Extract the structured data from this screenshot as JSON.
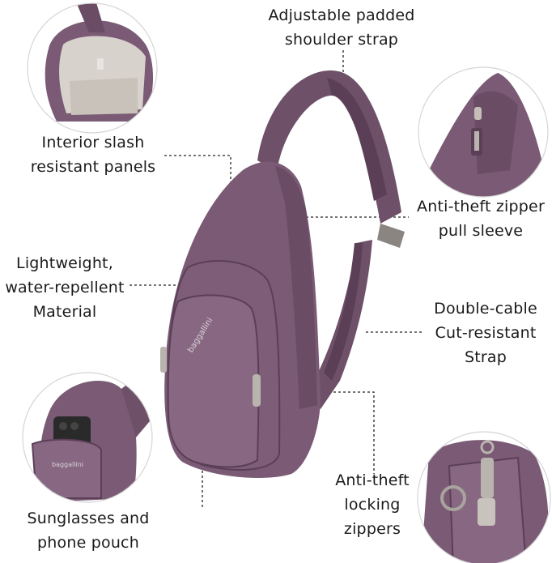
{
  "callouts": {
    "shoulder_strap": [
      "Adjustable padded",
      "shoulder strap"
    ],
    "interior_panels": [
      "Interior slash",
      "resistant panels"
    ],
    "zipper_sleeve": [
      "Anti-theft zipper",
      "pull sleeve"
    ],
    "material": [
      "Lightweight,",
      "water-repellent",
      "Material"
    ],
    "cable_strap": [
      "Double-cable",
      "Cut-resistant",
      "Strap"
    ],
    "sunglasses_pouch": [
      "Sunglasses and",
      "phone pouch"
    ],
    "locking_zippers": [
      "Anti-theft",
      "locking",
      "zippers"
    ]
  },
  "brand_logo": "baggallini",
  "colors": {
    "bag": "#7a5a74",
    "bag_dark": "#5b3f57",
    "bag_light": "#94748e",
    "hardware": "#b9b4ae",
    "line": "#222222"
  }
}
